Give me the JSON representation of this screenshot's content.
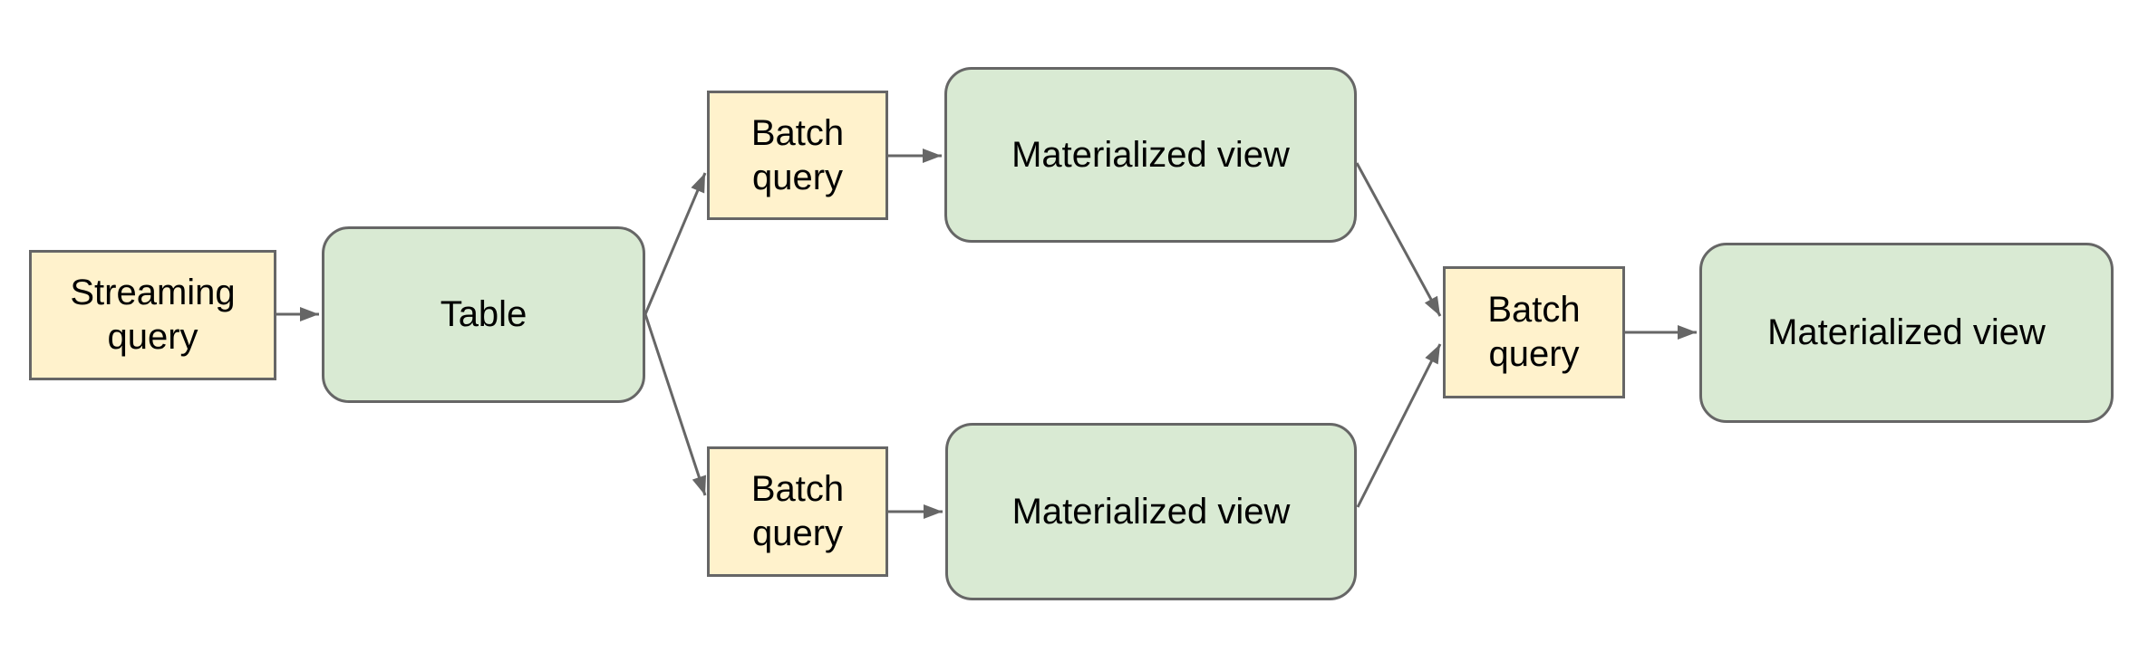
{
  "diagram": {
    "colors": {
      "background": "#ffffff",
      "query_node_fill": "#fff2cc",
      "view_node_fill": "#d9ead3",
      "node_border": "#666666",
      "arrow": "#666666",
      "label_text": "#000000"
    },
    "nodes": {
      "streaming_query": {
        "label": "Streaming query",
        "kind": "query"
      },
      "table": {
        "label": "Table",
        "kind": "storage"
      },
      "batch_query_top": {
        "label": "Batch query",
        "kind": "query"
      },
      "materialized_view_top": {
        "label": "Materialized view",
        "kind": "storage"
      },
      "batch_query_bottom": {
        "label": "Batch query",
        "kind": "query"
      },
      "materialized_view_bottom": {
        "label": "Materialized view",
        "kind": "storage"
      },
      "batch_query_final": {
        "label": "Batch query",
        "kind": "query"
      },
      "materialized_view_final": {
        "label": "Materialized view",
        "kind": "storage"
      }
    },
    "edges": [
      {
        "from": "streaming_query",
        "to": "table"
      },
      {
        "from": "table",
        "to": "batch_query_top"
      },
      {
        "from": "table",
        "to": "batch_query_bottom"
      },
      {
        "from": "batch_query_top",
        "to": "materialized_view_top"
      },
      {
        "from": "batch_query_bottom",
        "to": "materialized_view_bottom"
      },
      {
        "from": "materialized_view_top",
        "to": "batch_query_final"
      },
      {
        "from": "materialized_view_bottom",
        "to": "batch_query_final"
      },
      {
        "from": "batch_query_final",
        "to": "materialized_view_final"
      }
    ]
  }
}
